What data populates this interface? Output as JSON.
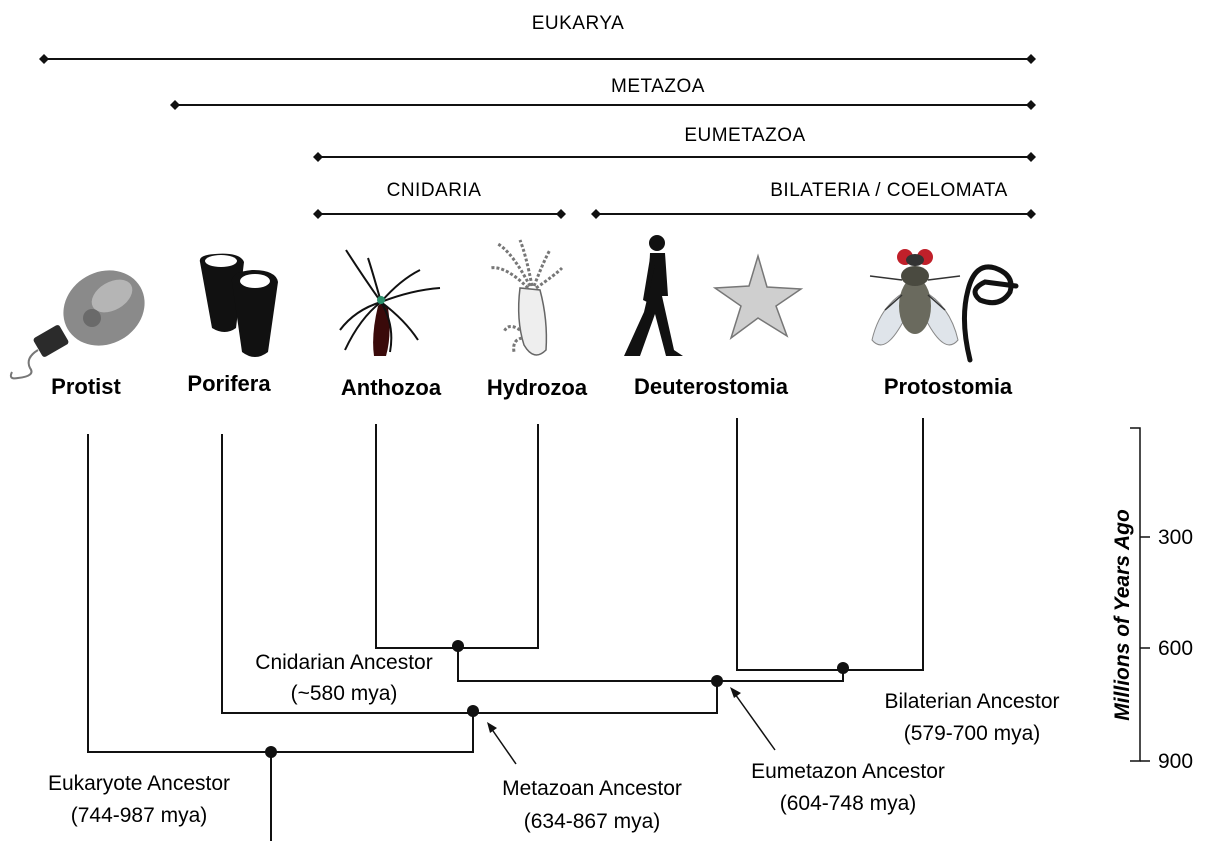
{
  "clade_bars": [
    {
      "id": "eukarya",
      "label": "EUKARYA"
    },
    {
      "id": "metazoa",
      "label": "METAZOA"
    },
    {
      "id": "eumetazoa",
      "label": "EUMETAZOA"
    },
    {
      "id": "cnidaria",
      "label": "CNIDARIA"
    },
    {
      "id": "bilateria",
      "label": "BILATERIA / COELOMATA"
    }
  ],
  "taxa": [
    {
      "id": "protist",
      "label": "Protist",
      "icon": "protist-icon"
    },
    {
      "id": "porifera",
      "label": "Porifera",
      "icon": "sponge-icon"
    },
    {
      "id": "anthozoa",
      "label": "Anthozoa",
      "icon": "sea-anemone-icon"
    },
    {
      "id": "hydrozoa",
      "label": "Hydrozoa",
      "icon": "hydra-icon"
    },
    {
      "id": "deuterostomia",
      "label": "Deuterostomia",
      "icon": "human-and-starfish-icon"
    },
    {
      "id": "protostomia",
      "label": "Protostomia",
      "icon": "fly-and-worm-icon"
    }
  ],
  "ancestors": {
    "cnidarian": {
      "name": "Cnidarian Ancestor",
      "age": "(~580 mya)"
    },
    "bilaterian": {
      "name": "Bilaterian Ancestor",
      "age": "(579-700 mya)"
    },
    "eumetazoan": {
      "name": "Eumetazon Ancestor",
      "age": "(604-748 mya)"
    },
    "metazoan": {
      "name": "Metazoan Ancestor",
      "age": "(634-867 mya)"
    },
    "eukaryote": {
      "name": "Eukaryote Ancestor",
      "age": "(744-987 mya)"
    }
  },
  "time_axis": {
    "title": "Millions of Years Ago",
    "ticks": [
      "300",
      "600",
      "900"
    ]
  }
}
